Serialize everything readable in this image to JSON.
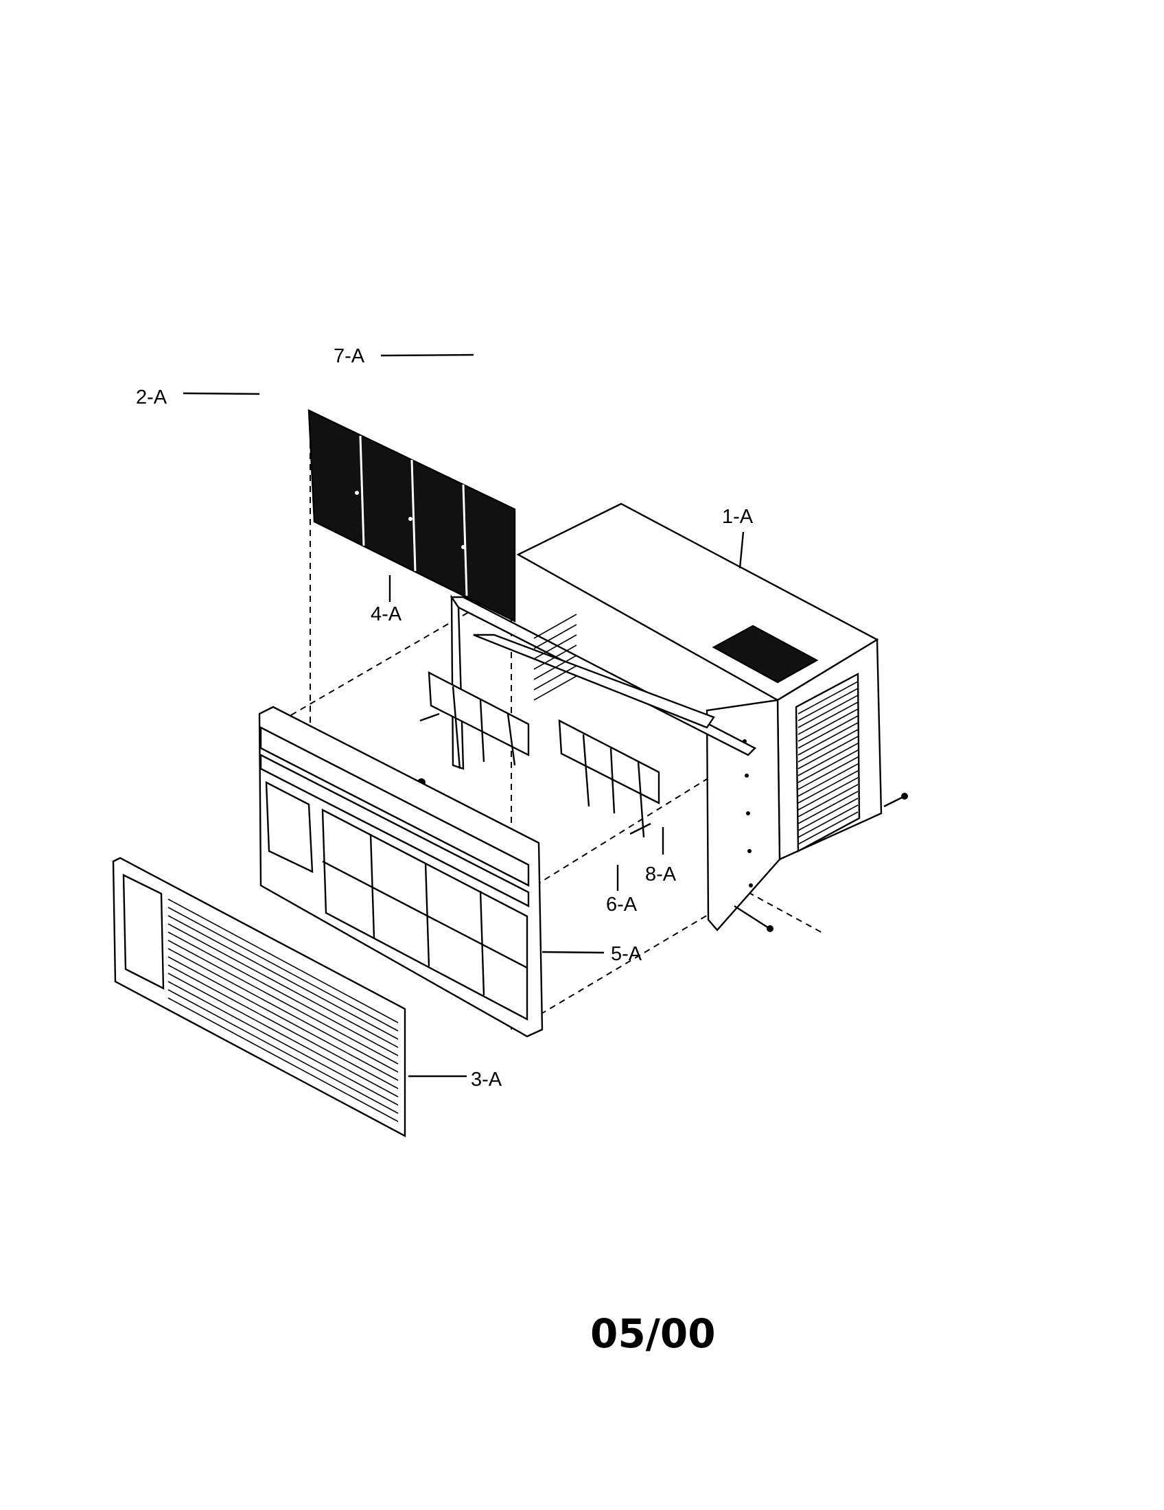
{
  "diagram": {
    "callouts": [
      "1-A",
      "2-A",
      "3-A",
      "4-A",
      "5-A",
      "6-A",
      "7-A",
      "8-A"
    ],
    "revision_date": "05/00"
  }
}
